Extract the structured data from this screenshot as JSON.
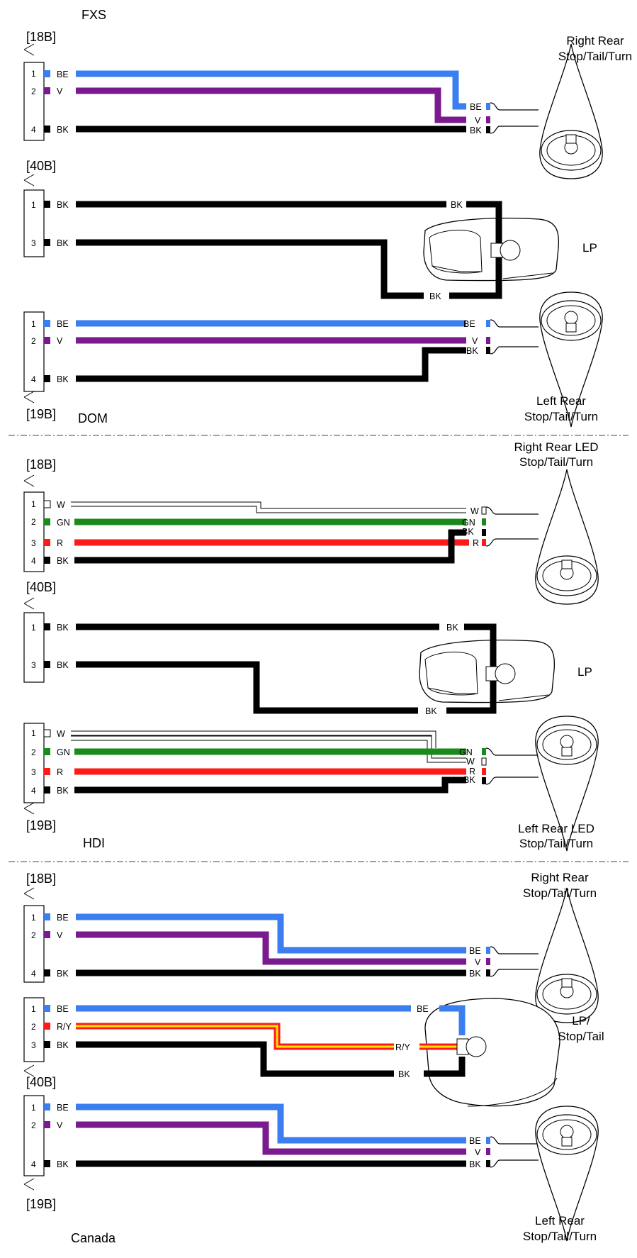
{
  "sections": [
    {
      "name": "FXS",
      "top": {
        "connector": "[18B]",
        "pins": [
          "1",
          "2",
          "4"
        ],
        "pin_wires": [
          "BE",
          "V",
          "BK"
        ],
        "lamp": "Right Rear",
        "lamp_line2": "Stop/Tail/Turn",
        "end_wires": [
          "BE",
          "V",
          "BK"
        ]
      },
      "mid": {
        "connector": "[40B]",
        "pins": [
          "1",
          "3"
        ],
        "pin_wires": [
          "BK",
          "BK"
        ],
        "lamp": "LP",
        "end_wires": [
          "BK",
          "BK"
        ]
      },
      "bot": {
        "connector": "[19B]",
        "pins": [
          "1",
          "2",
          "4"
        ],
        "pin_wires": [
          "BE",
          "V",
          "BK"
        ],
        "lamp": "Left Rear",
        "lamp_line2": "Stop/Tail/Turn",
        "end_wires": [
          "BE",
          "V",
          "BK"
        ]
      }
    },
    {
      "name": "DOM",
      "top": {
        "connector": "[18B]",
        "pins": [
          "1",
          "2",
          "3",
          "4"
        ],
        "pin_wires": [
          "W",
          "GN",
          "R",
          "BK"
        ],
        "lamp": "Right Rear LED",
        "lamp_line2": "Stop/Tail/Turn",
        "end_wires": [
          "W",
          "GN",
          "BK",
          "R"
        ]
      },
      "mid": {
        "connector": "[40B]",
        "pins": [
          "1",
          "3"
        ],
        "pin_wires": [
          "BK",
          "BK"
        ],
        "lamp": "LP",
        "end_wires": [
          "BK",
          "BK"
        ]
      },
      "bot": {
        "connector": "[19B]",
        "pins": [
          "1",
          "2",
          "3",
          "4"
        ],
        "pin_wires": [
          "W",
          "GN",
          "R",
          "BK"
        ],
        "lamp": "Left Rear LED",
        "lamp_line2": "Stop/Tail/Turn",
        "end_wires": [
          "GN",
          "W",
          "R",
          "BK"
        ]
      }
    },
    {
      "name": "HDI",
      "top": {
        "connector": "[18B]",
        "pins": [
          "1",
          "2",
          "4"
        ],
        "pin_wires": [
          "BE",
          "V",
          "BK"
        ],
        "lamp": "Right Rear",
        "lamp_line2": "Stop/Tail/Turn",
        "end_wires": [
          "BE",
          "V",
          "BK"
        ]
      },
      "mid": {
        "connector": "[40B]",
        "pins": [
          "1",
          "2",
          "3"
        ],
        "pin_wires": [
          "BE",
          "R/Y",
          "BK"
        ],
        "lamp": "LP/",
        "lamp_line2": "Stop/Tail",
        "end_wires": [
          "BE",
          "R/Y",
          "BK"
        ]
      },
      "bot": {
        "connector": "[19B]",
        "pins": [
          "1",
          "2",
          "4"
        ],
        "pin_wires": [
          "BE",
          "V",
          "BK"
        ],
        "lamp": "Left Rear",
        "lamp_line2": "Stop/Tail/Turn",
        "end_wires": [
          "BE",
          "V",
          "BK"
        ]
      }
    }
  ],
  "footer_label": "Canada",
  "wire_colors": {
    "BE": "#3a7ef0",
    "V": "#7a1a8f",
    "BK": "#000000",
    "GN": "#1a8a1a",
    "R": "#ff1a1a",
    "W": "#ffffff",
    "R/Y": "#ff1a1a"
  }
}
